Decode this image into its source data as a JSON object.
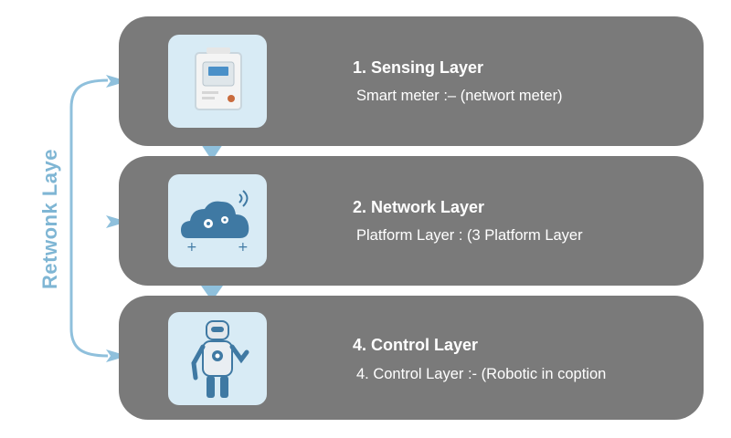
{
  "side_label": "Retwonk Laye",
  "layers": [
    {
      "title": "1. Sensing Layer",
      "description": "Smart meter :– (networt meter)",
      "icon": "smart-meter-icon"
    },
    {
      "title": "2. Network Layer",
      "description": "Platform Layer :  (3 Platform Layer",
      "icon": "cloud-gears-icon"
    },
    {
      "title": "4. Control Layer",
      "description": "4. Control Layer :- (Robotic in coption",
      "icon": "robot-icon"
    }
  ],
  "colors": {
    "card": "#7a7a7a",
    "icon_tile": "#d8ebf5",
    "accent": "#7fb6d4",
    "text": "#ffffff"
  }
}
